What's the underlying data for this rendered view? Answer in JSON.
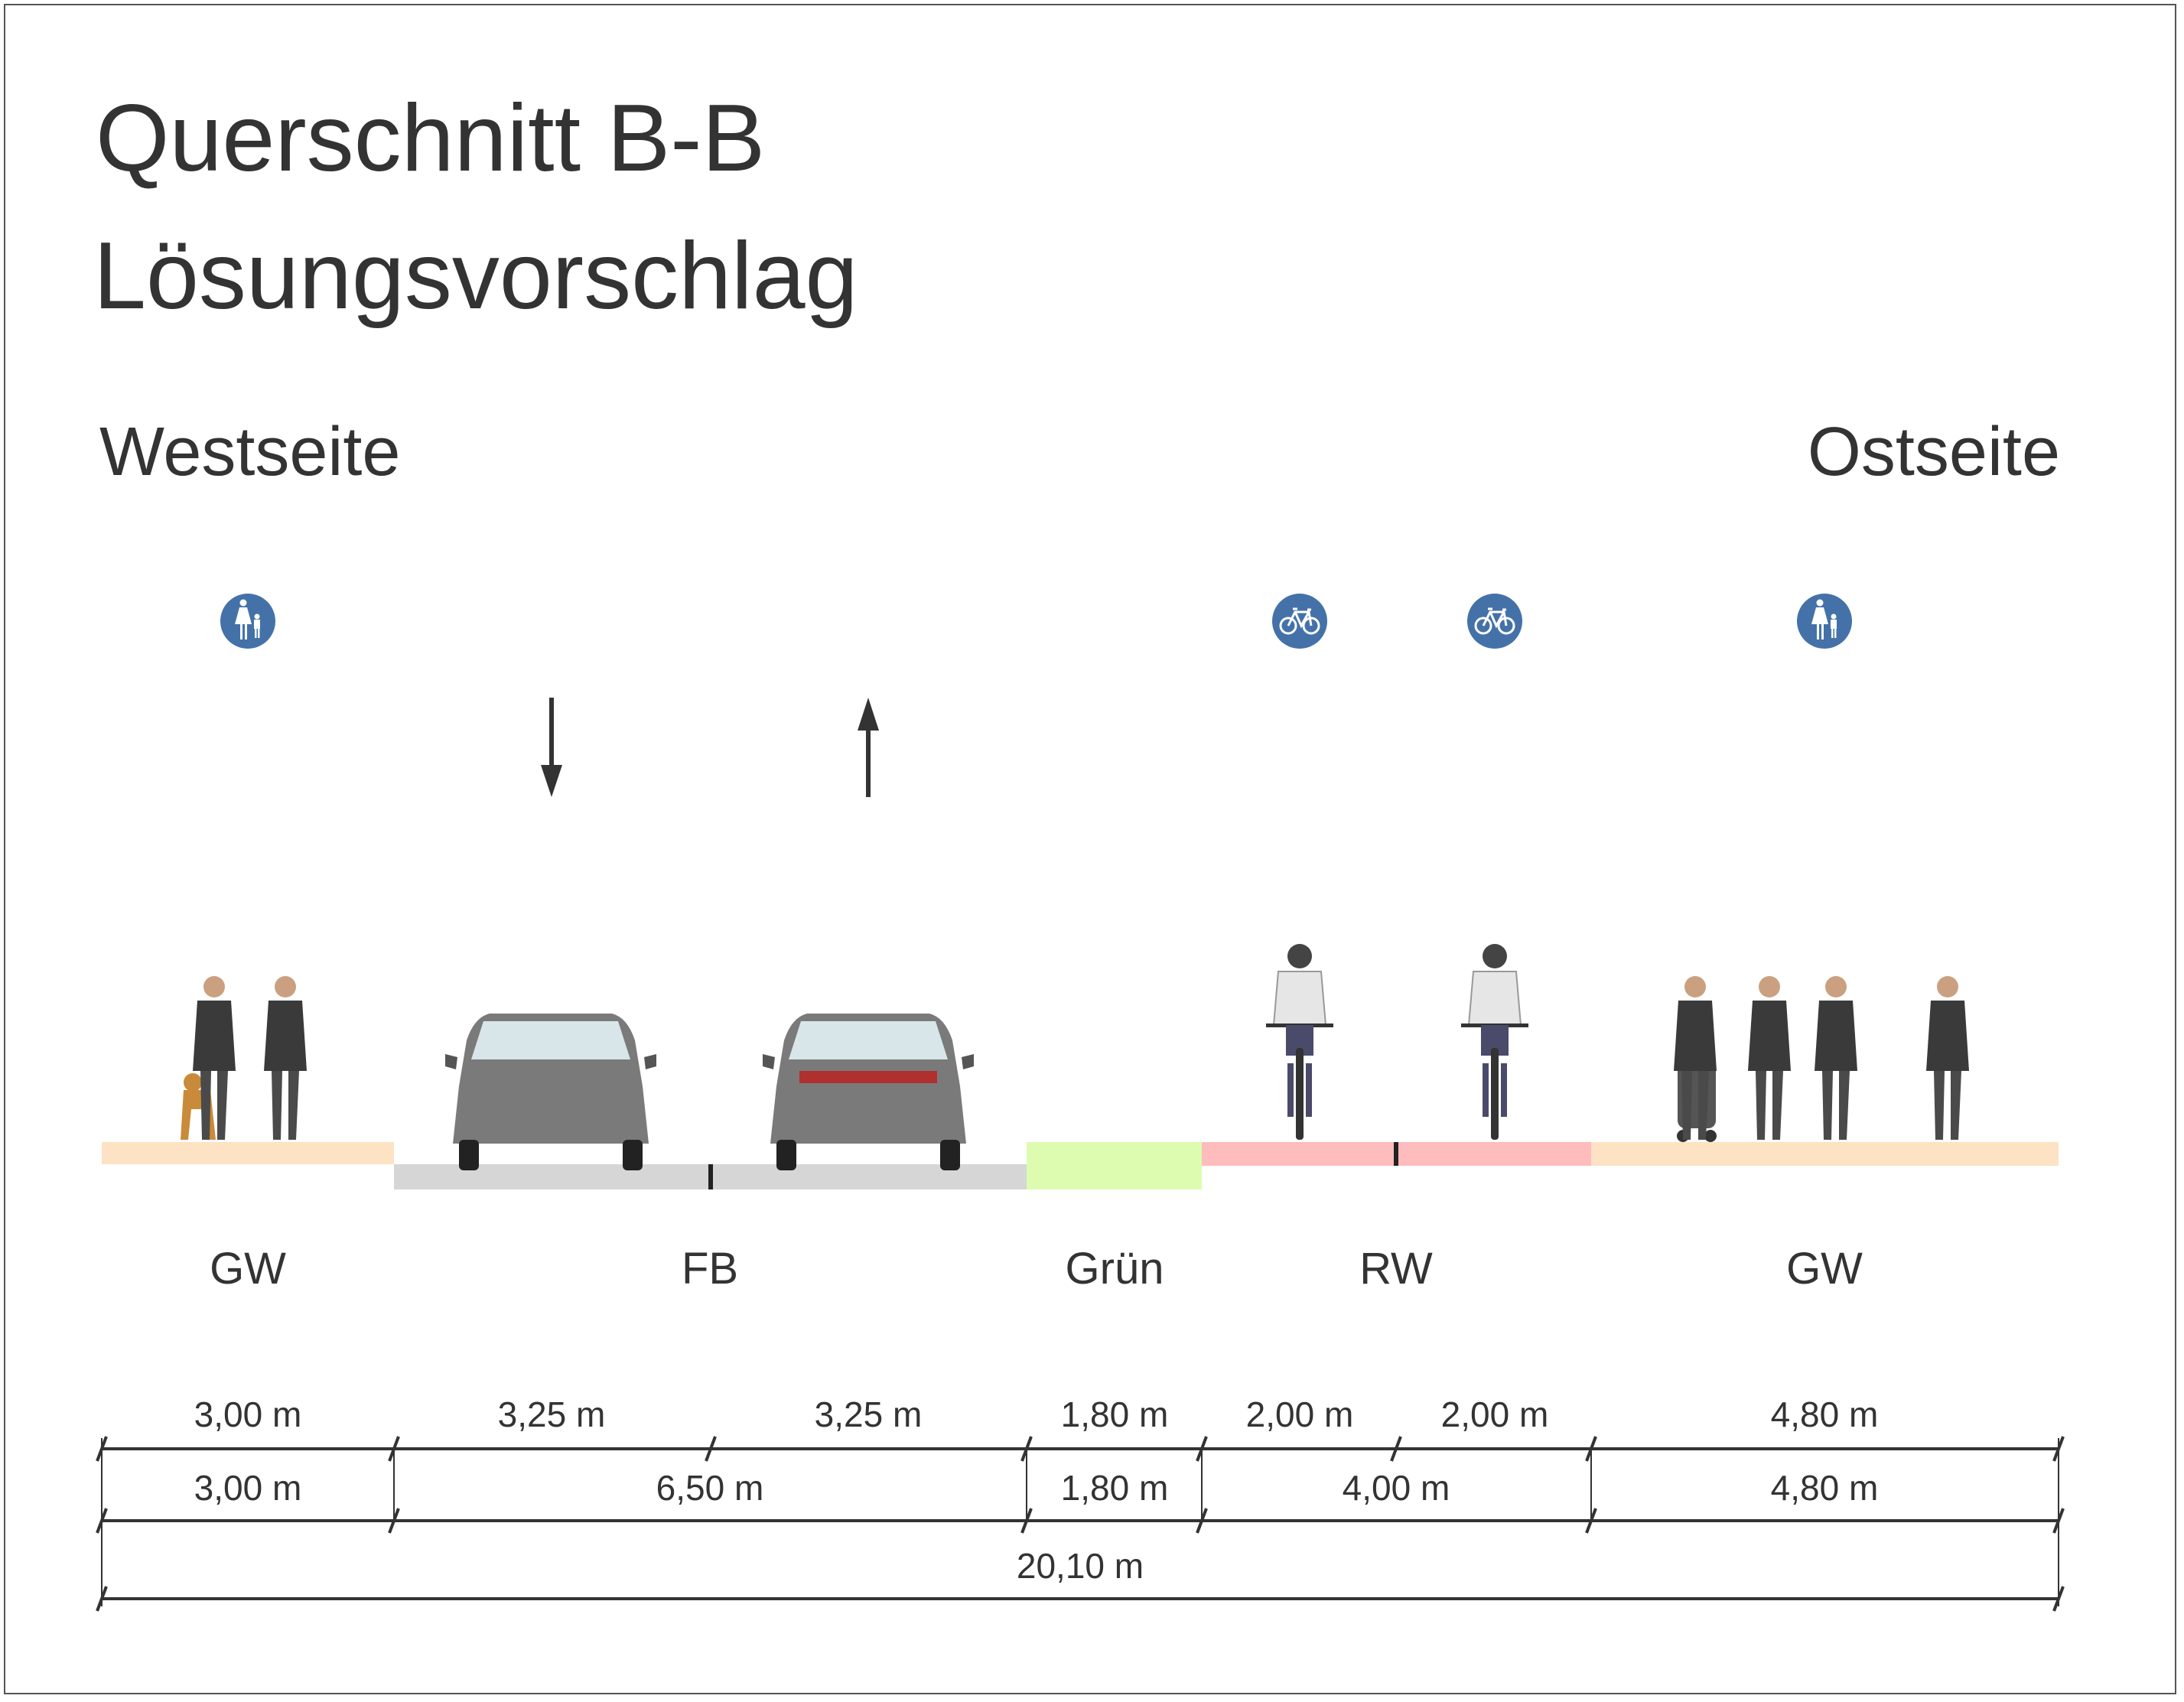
{
  "title": {
    "line1": "Querschnitt B-B",
    "line2": "Lösungsvorschlag"
  },
  "sides": {
    "west": "Westseite",
    "east": "Ostseite"
  },
  "zones": [
    {
      "label": "GW",
      "color": "#fde2c4"
    },
    {
      "label": "FB",
      "color": "#d6d6d6"
    },
    {
      "label": "Grün",
      "color": "#ddfcb0"
    },
    {
      "label": "RW",
      "color": "#ffbcbc"
    },
    {
      "label": "GW",
      "color": "#fde2c4"
    }
  ],
  "signs": [
    {
      "type": "pedestrian-sign-icon"
    },
    {
      "type": "bicycle-sign-icon"
    },
    {
      "type": "bicycle-sign-icon"
    },
    {
      "type": "pedestrian-sign-icon"
    }
  ],
  "sign_color": "#4472a8",
  "dimensions": {
    "row1": [
      "3,00 m",
      "3,25 m",
      "3,25 m",
      "1,80 m",
      "2,00 m",
      "2,00 m",
      "4,80 m"
    ],
    "row2": [
      "3,00 m",
      "6,50 m",
      "1,80 m",
      "4,00 m",
      "4,80 m"
    ],
    "total": "20,10 m"
  }
}
